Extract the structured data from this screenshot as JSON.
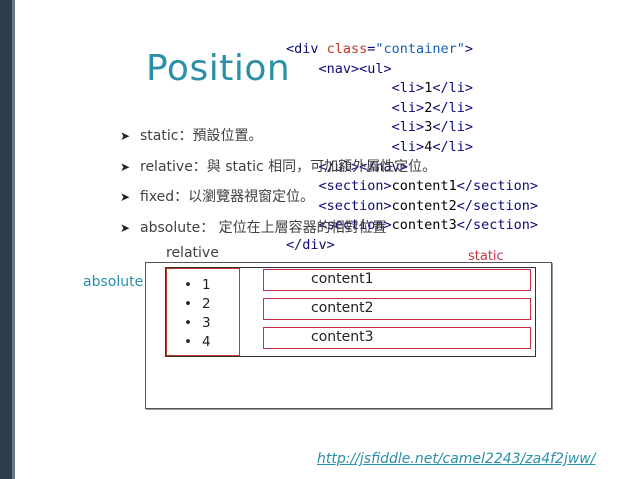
{
  "slide": {
    "title": "Position",
    "link": "http://jsfiddle.net/camel2243/za4f2jww/"
  },
  "bullets": [
    "static：預設位置。",
    "relative：與 static 相同，可加額外屬性定位。",
    "fixed：以瀏覽器視窗定位。",
    "absolute： 定位在上層容器的相對位置"
  ],
  "code_lines": [
    {
      "indent": "",
      "parts": [
        {
          "t": "<div ",
          "c": "tg"
        },
        {
          "t": "class",
          "c": "at"
        },
        {
          "t": "=",
          "c": "tg"
        },
        {
          "t": "\"container\"",
          "c": "st"
        },
        {
          "t": ">",
          "c": "tg"
        }
      ]
    },
    {
      "indent": "    ",
      "parts": [
        {
          "t": "<nav><ul>",
          "c": "tg"
        }
      ]
    },
    {
      "indent": "             ",
      "parts": [
        {
          "t": "<li>",
          "c": "tg"
        },
        {
          "t": "1",
          "c": ""
        },
        {
          "t": "</li>",
          "c": "tg"
        }
      ]
    },
    {
      "indent": "             ",
      "parts": [
        {
          "t": "<li>",
          "c": "tg"
        },
        {
          "t": "2",
          "c": ""
        },
        {
          "t": "</li>",
          "c": "tg"
        }
      ]
    },
    {
      "indent": "             ",
      "parts": [
        {
          "t": "<li>",
          "c": "tg"
        },
        {
          "t": "3",
          "c": ""
        },
        {
          "t": "</li>",
          "c": "tg"
        }
      ]
    },
    {
      "indent": "             ",
      "parts": [
        {
          "t": "<li>",
          "c": "tg"
        },
        {
          "t": "4",
          "c": ""
        },
        {
          "t": "</li>",
          "c": "tg"
        }
      ]
    },
    {
      "indent": "    ",
      "parts": [
        {
          "t": "</ul></nav>",
          "c": "tg"
        }
      ]
    },
    {
      "indent": "    ",
      "parts": [
        {
          "t": "<section>",
          "c": "tg"
        },
        {
          "t": "content1",
          "c": ""
        },
        {
          "t": "</section>",
          "c": "tg"
        }
      ]
    },
    {
      "indent": "    ",
      "parts": [
        {
          "t": "<section>",
          "c": "tg"
        },
        {
          "t": "content2",
          "c": ""
        },
        {
          "t": "</section>",
          "c": "tg"
        }
      ]
    },
    {
      "indent": "    ",
      "parts": [
        {
          "t": "<section>",
          "c": "tg"
        },
        {
          "t": "content3",
          "c": ""
        },
        {
          "t": "</section>",
          "c": "tg"
        }
      ]
    },
    {
      "indent": "",
      "parts": [
        {
          "t": "</div>",
          "c": "tg"
        }
      ]
    }
  ],
  "demo": {
    "label_relative": "relative",
    "label_static": "static",
    "label_absolute": "absolute",
    "list": [
      "1",
      "2",
      "3",
      "4"
    ],
    "bullet_glyph": "•",
    "sections": [
      "content1",
      "content2",
      "content3"
    ]
  },
  "colors": {
    "title": "#2a8fa8",
    "accent_red": "#c83246",
    "sidebar": "#2f3e4c"
  },
  "icons": {
    "bullet": "arrow-bullet-icon"
  }
}
